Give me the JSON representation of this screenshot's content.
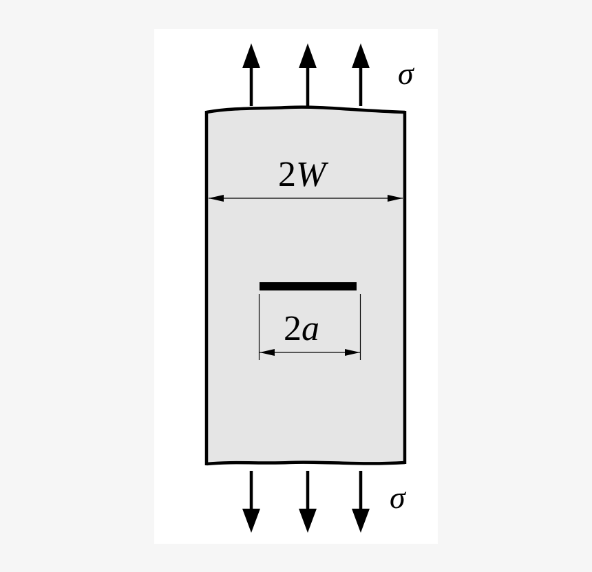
{
  "figure": {
    "description": "Center-cracked plate of width 2W under remote uniaxial tension sigma",
    "colors": {
      "page_background": "#f6f6f6",
      "panel_background": "#ffffff",
      "plate_fill": "#e5e5e5",
      "stroke": "#000000"
    },
    "labels": {
      "stress_top": "σ",
      "stress_bottom": "σ",
      "width_num": "2",
      "width_var": "W",
      "crack_num": "2",
      "crack_var": "a"
    },
    "load_arrows": {
      "top_count": 3,
      "bottom_count": 3,
      "direction_top": "up",
      "direction_bottom": "down"
    }
  }
}
